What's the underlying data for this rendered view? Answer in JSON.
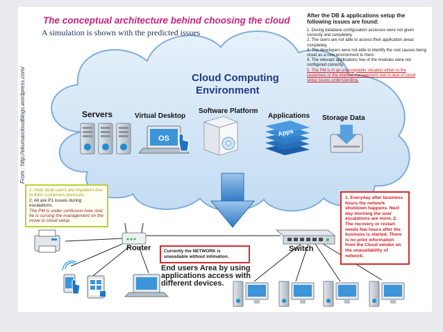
{
  "source_url": "From : http://ekumarcloudblogs.wordpress.com/",
  "title": "The conceptual architecture behind choosing the cloud",
  "subtitle": "A simulation is shown with the predicted issues",
  "issues": {
    "heading": "After the DB & applications setup the following issues are found:",
    "items": [
      "1. During database configuration accesses were not given correctly and completely.",
      "2. The users are not able to access their application areas completely.",
      "3. The developers were not able to identify the root causes being cloud as a new environment to them.",
      "4. The relevant applications few of the modules were not configured correctly.",
      "5. The PM is in an unacceptable situation either to the customers or the internal management due to lack of cloud setup issues understanding."
    ]
  },
  "cloud": {
    "title_line1": "Cloud Computing",
    "title_line2": "Environment",
    "components": [
      {
        "label": "Servers",
        "icon": "server-rack-icon"
      },
      {
        "label": "Virtual Desktop",
        "icon": "laptop-os-icon",
        "badge": "OS"
      },
      {
        "label": "Software Platform",
        "icon": "software-box-icon"
      },
      {
        "label": "Applications",
        "icon": "apps-stack-icon",
        "badge": "Apps"
      },
      {
        "label": "Storage Data",
        "icon": "storage-disk-icon"
      }
    ]
  },
  "helpdesk_note": {
    "line1": "1. Help desk users are impatient due to their customers pressure.",
    "line2": "2. All are P1 issues during escalations.",
    "line3": "The PM is under confusion now. And he is cursing the management on the move to cloud setup."
  },
  "schedule_note": {
    "text": "1. Everyday after business hours the network shutdown happens. Next day morning the user escalations are more. 2. The recovery or restart needs few hours after the business is started. There is no prior information from the Cloud vendor on the unavailability of network."
  },
  "network_note": {
    "text": "Currently the NETWORK is unavailable without intimation."
  },
  "router_label": "Router",
  "switch_label": "Switch",
  "end_users": {
    "line1": "End users Area by using",
    "line2": "applications access with",
    "line3": "different devices."
  },
  "colors": {
    "title": "#c8247f",
    "cloud_fill": "#cfe4f6",
    "cloud_border": "#6fa3d6",
    "arrow": "#5b9bd5",
    "warning": "#d62a2a",
    "helpdesk_border": "#b9cf36"
  }
}
